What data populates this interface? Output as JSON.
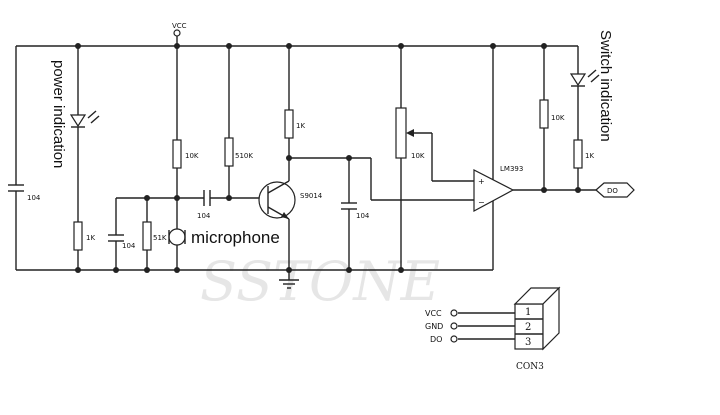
{
  "labels": {
    "vcc_top": "VCC",
    "power_indication": "power indication",
    "switch_indication": "Switch indication",
    "microphone": "microphone",
    "transistor": "S9014",
    "comparator": "LM393",
    "output_do": "DO",
    "connector": "CON3",
    "watermark": "SSTONE"
  },
  "components": {
    "c_left": "104",
    "r_power_led": "1K",
    "r_10k_a": "10K",
    "r_510k": "510K",
    "c_coupling": "104",
    "c_bias": "104",
    "r_51k": "51K",
    "r_collector": "1K",
    "c_filter": "104",
    "pot": "10K",
    "r_pullup": "10K",
    "r_switch_led": "1K"
  },
  "connector": {
    "pins": [
      {
        "signal": "VCC",
        "number": "1"
      },
      {
        "signal": "GND",
        "number": "2"
      },
      {
        "signal": "DO",
        "number": "3"
      }
    ]
  },
  "colors": {
    "line": "#222222",
    "background": "#ffffff",
    "watermark": "#e6e6e6"
  }
}
